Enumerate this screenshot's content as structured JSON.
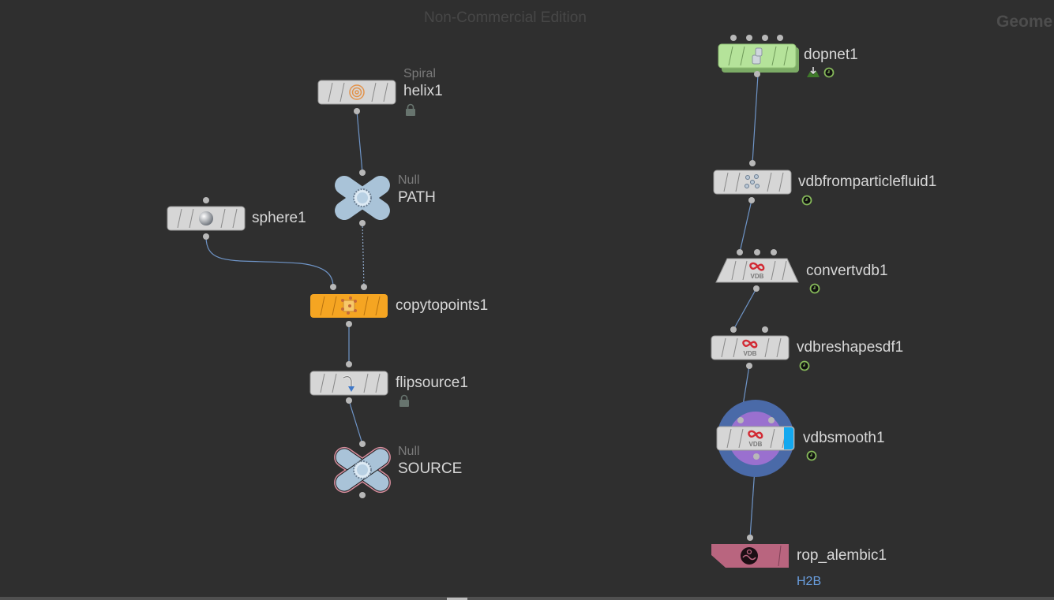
{
  "watermark": "Non-Commercial Edition",
  "context_label": "Geome",
  "nodes": [
    {
      "name": "helix1",
      "type": "Spiral",
      "icon": "spiral-icon",
      "flags": [
        "lock-icon"
      ]
    },
    {
      "name": "PATH",
      "type": "Null",
      "icon": "null-icon",
      "flags": []
    },
    {
      "name": "sphere1",
      "type": "",
      "icon": "sphere-icon",
      "flags": []
    },
    {
      "name": "copytopoints1",
      "type": "",
      "icon": "copy-to-points-icon",
      "flags": []
    },
    {
      "name": "flipsource1",
      "type": "",
      "icon": "flip-source-icon",
      "flags": [
        "lock-icon"
      ]
    },
    {
      "name": "SOURCE",
      "type": "Null",
      "icon": "null-icon",
      "flags": []
    },
    {
      "name": "dopnet1",
      "type": "",
      "icon": "dopnet-icon",
      "flags": [
        "sim-icon",
        "time-dependent-icon"
      ]
    },
    {
      "name": "vdbfromparticlefluid1",
      "type": "",
      "icon": "particle-fluid-icon",
      "flags": [
        "time-dependent-icon"
      ]
    },
    {
      "name": "convertvdb1",
      "type": "",
      "icon": "vdb-icon",
      "flags": [
        "time-dependent-icon"
      ]
    },
    {
      "name": "vdbreshapesdf1",
      "type": "",
      "icon": "vdb-icon",
      "flags": [
        "time-dependent-icon"
      ]
    },
    {
      "name": "vdbsmooth1",
      "type": "",
      "icon": "vdb-icon",
      "flags": [
        "time-dependent-icon"
      ],
      "display_flag": true
    },
    {
      "name": "rop_alembic1",
      "type": "",
      "icon": "alembic-icon",
      "flags": [],
      "comment": "H2B"
    }
  ],
  "colors": {
    "background": "#2f2f2f",
    "wire": "#6f95c8",
    "node_default": "#d6d6d6",
    "node_copy": "#f5a522",
    "node_dop": "#b5e39a",
    "null_blue": "#a9c3d8",
    "rop_pink": "#b9657f",
    "display_blue": "#13a8ef",
    "vdb_red": "#d22a34",
    "time_green": "#86b95a",
    "comment_blue": "#6a9fe0",
    "ring_outer": "#4a6aa8",
    "ring_inner": "#9a70cf"
  }
}
